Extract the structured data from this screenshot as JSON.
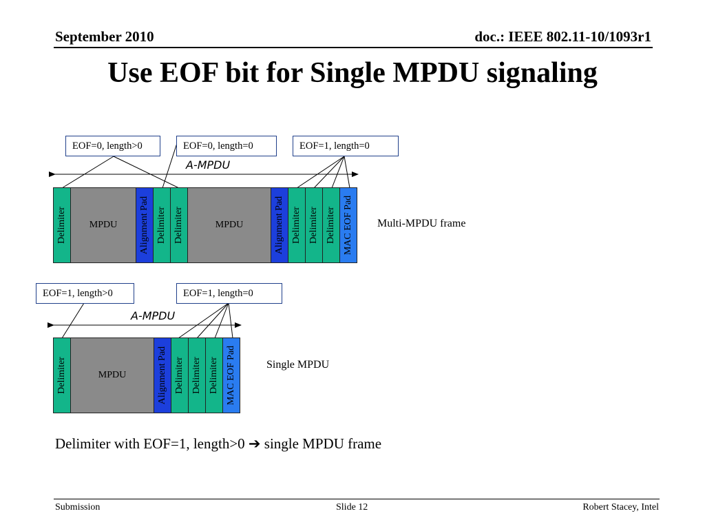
{
  "header": {
    "date": "September 2010",
    "doc_id": "doc.: IEEE 802.11-10/1093r1"
  },
  "title": "Use EOF bit for Single MPDU signaling",
  "multi": {
    "callouts": [
      "EOF=0, length>0",
      "EOF=0, length=0",
      "EOF=1, length=0"
    ],
    "ampdu_label": "A-MPDU",
    "segments": [
      {
        "kind": "delim",
        "label": "Delimiter"
      },
      {
        "kind": "mpdu",
        "label": "MPDU"
      },
      {
        "kind": "align",
        "label": "Alignment Pad"
      },
      {
        "kind": "delim",
        "label": "Delimiter"
      },
      {
        "kind": "delim",
        "label": "Delimiter"
      },
      {
        "kind": "mpdu",
        "label": "MPDU"
      },
      {
        "kind": "align",
        "label": "Alignment Pad"
      },
      {
        "kind": "delim",
        "label": "Delimiter"
      },
      {
        "kind": "delim",
        "label": "Delimiter"
      },
      {
        "kind": "delim",
        "label": "Delimiter"
      },
      {
        "kind": "mac",
        "label": "MAC EOF Pad"
      }
    ],
    "side_label": "Multi-MPDU frame"
  },
  "single": {
    "callouts": [
      "EOF=1, length>0",
      "EOF=1, length=0"
    ],
    "ampdu_label": "A-MPDU",
    "segments": [
      {
        "kind": "delim",
        "label": "Delimiter"
      },
      {
        "kind": "mpdu",
        "label": "MPDU"
      },
      {
        "kind": "align",
        "label": "Alignment Pad"
      },
      {
        "kind": "delim",
        "label": "Delimiter"
      },
      {
        "kind": "delim",
        "label": "Delimiter"
      },
      {
        "kind": "delim",
        "label": "Delimiter"
      },
      {
        "kind": "mac",
        "label": "MAC EOF Pad"
      }
    ],
    "side_label": "Single MPDU"
  },
  "statement": {
    "before": "Delimiter with EOF=1, length>0",
    "arrow": "➔",
    "after": "single MPDU frame"
  },
  "footer": {
    "left": "Submission",
    "center": "Slide 12",
    "right": "Robert Stacey, Intel"
  }
}
